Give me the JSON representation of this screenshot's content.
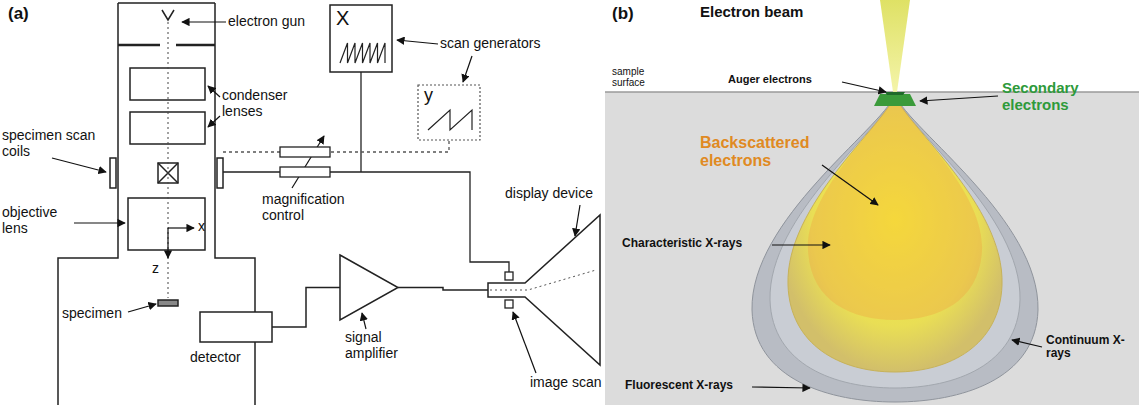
{
  "diagram": {
    "nodes": [
      {
        "text": [
          "X"
        ]
      },
      {
        "text": [
          "y"
        ]
      },
      {
        "text": [
          "detector"
        ]
      },
      {
        "text": [
          "signal amplifier"
        ]
      },
      {
        "text": [
          "display device"
        ]
      }
    ],
    "edges": [
      {
        "from": 2,
        "to": 3,
        "arrow": "none"
      },
      {
        "from": 3,
        "to": 4,
        "arrow": "none"
      }
    ],
    "labels": [
      "(a)",
      "electron gun",
      "specimen scan coils",
      "condenser lenses",
      "objective lens",
      "x",
      "z",
      "specimen",
      "scan generators",
      "magnification control",
      "image scan",
      "(b)",
      "Electron beam",
      "sample surface",
      "Auger electrons",
      "Secondary electrons",
      "Backscattered electrons",
      "Characteristic X-rays",
      "Continuum X-rays",
      "Fluorescent X-rays"
    ]
  }
}
